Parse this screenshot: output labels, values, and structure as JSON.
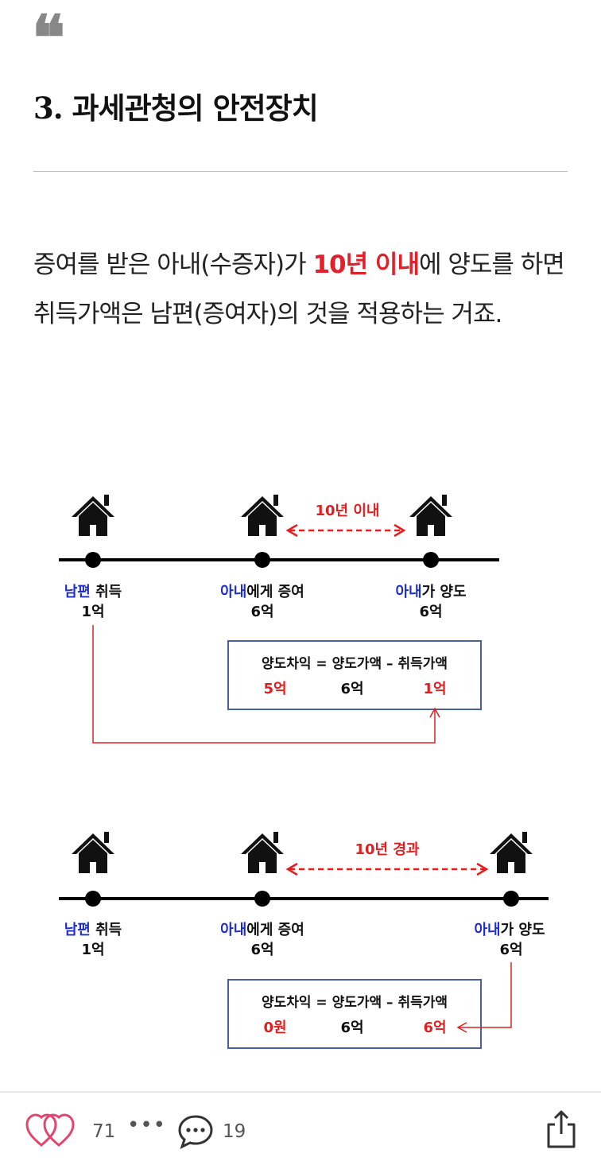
{
  "quote_icon": "left-double-quote",
  "heading": "3. 과세관청의 안전장치",
  "paragraph": {
    "before": "증여를 받은 아내(수증자)가 ",
    "highlight": "10년 이내",
    "after": "에 양도를 하면 취득가액은 남편(증여자)의 것을 적용하는 거죠."
  },
  "colors": {
    "highlight": "#e0202a",
    "blue_label": "#1f2ec8",
    "red_label": "#e02020",
    "box_border": "#4a5fa0"
  },
  "diagram1": {
    "arrow_label": "10년 이내",
    "nodes": [
      {
        "name_colored": "남편",
        "name_rest": " 취득",
        "value": "1억"
      },
      {
        "name_colored": "아내",
        "name_rest": "에게 증여",
        "value": "6억"
      },
      {
        "name_colored": "아내",
        "name_rest": "가 양도",
        "value": "6억"
      }
    ],
    "formula": {
      "line": "양도차익 = 양도가액 – 취득가액",
      "gain": "5억",
      "sale": "6억",
      "cost": "1억"
    }
  },
  "diagram2": {
    "arrow_label": "10년 경과",
    "nodes": [
      {
        "name_colored": "남편",
        "name_rest": " 취득",
        "value": "1억"
      },
      {
        "name_colored": "아내",
        "name_rest": "에게 증여",
        "value": "6억"
      },
      {
        "name_colored": "아내",
        "name_rest": "가 양도",
        "value": "6억"
      }
    ],
    "formula": {
      "line": "양도차익 = 양도가액 – 취득가액",
      "gain": "0원",
      "sale": "6억",
      "cost": "6억"
    }
  },
  "footer": {
    "like_icon": "heart-icon",
    "like_count": "71",
    "more_icon": "more-dots-icon",
    "comment_icon": "comment-icon",
    "comment_count": "19",
    "share_icon": "share-icon"
  }
}
